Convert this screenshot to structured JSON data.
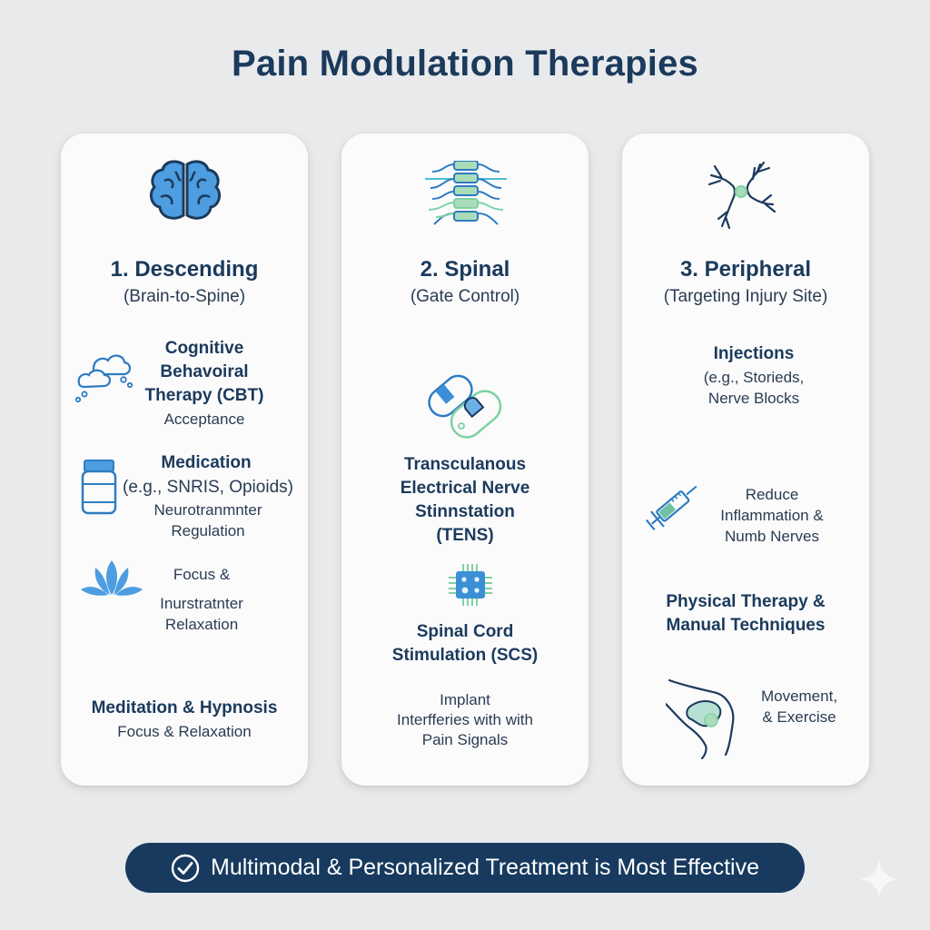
{
  "title": "Pain Modulation Therapies",
  "colors": {
    "navy": "#1b3a5c",
    "blue": "#3b8fd6",
    "green": "#7fd1a3",
    "banner": "#173a5e",
    "background": "#e9eaec",
    "card": "#fbfbfc"
  },
  "columns": [
    {
      "icon": "brain-icon",
      "heading": "1. Descending",
      "subheading": "(Brain-to-Spine)",
      "items": [
        {
          "icon": "thought-clouds-icon",
          "title_lines": [
            "Cognitive",
            "Behavoiral",
            "Therapy (CBT)"
          ],
          "desc_lines": [
            "Acceptance"
          ]
        },
        {
          "icon": "medicine-bottle-icon",
          "title_lines": [
            "Medication"
          ],
          "desc_lines": [
            "(e.g., SNRIS, Opioids)",
            "Neurotranmnter",
            "Regulation"
          ]
        },
        {
          "icon": "lotus-icon",
          "title_lines": [],
          "desc_lines": [
            "Focus &",
            "Inurstratnter",
            "Relaxation"
          ]
        },
        {
          "icon": "",
          "title_lines": [
            "Meditation & Hypnosis"
          ],
          "desc_lines": [
            "Focus & Relaxation"
          ]
        }
      ]
    },
    {
      "icon": "spine-icon",
      "heading": "2. Spinal",
      "subheading": "(Gate Control)",
      "items": [
        {
          "icon": "tens-device-icon",
          "title_lines": [
            "Transculanous",
            "Electrical Nerve",
            "Stinnstation",
            "(TENS)"
          ],
          "desc_lines": []
        },
        {
          "icon": "chip-icon",
          "title_lines": [
            "Spinal Cord",
            "Stimulation (SCS)"
          ],
          "desc_lines": [
            "Implant",
            "Interfferies with with",
            "Pain Signals"
          ]
        }
      ]
    },
    {
      "icon": "neuron-icon",
      "heading": "3. Peripheral",
      "subheading": "(Targeting Injury Site)",
      "items": [
        {
          "icon": "",
          "title_lines": [
            "Injections"
          ],
          "desc_lines": [
            "(e.g., Storieds,",
            "Nerve Blocks"
          ]
        },
        {
          "icon": "syringe-icon",
          "title_lines": [],
          "desc_lines": [
            "Reduce",
            "Inflammation &",
            "Numb Nerves"
          ]
        },
        {
          "icon": "",
          "title_lines": [
            "Physical Therapy &",
            "Manual Techniques"
          ],
          "desc_lines": []
        },
        {
          "icon": "knee-joint-icon",
          "title_lines": [],
          "desc_lines": [
            "Movement,",
            "& Exercise"
          ]
        }
      ]
    }
  ],
  "banner": {
    "icon": "check-circle-icon",
    "text": "Multimodal & Personalized Treatment is Most Effective"
  },
  "watermark_icon": "sparkle-icon"
}
